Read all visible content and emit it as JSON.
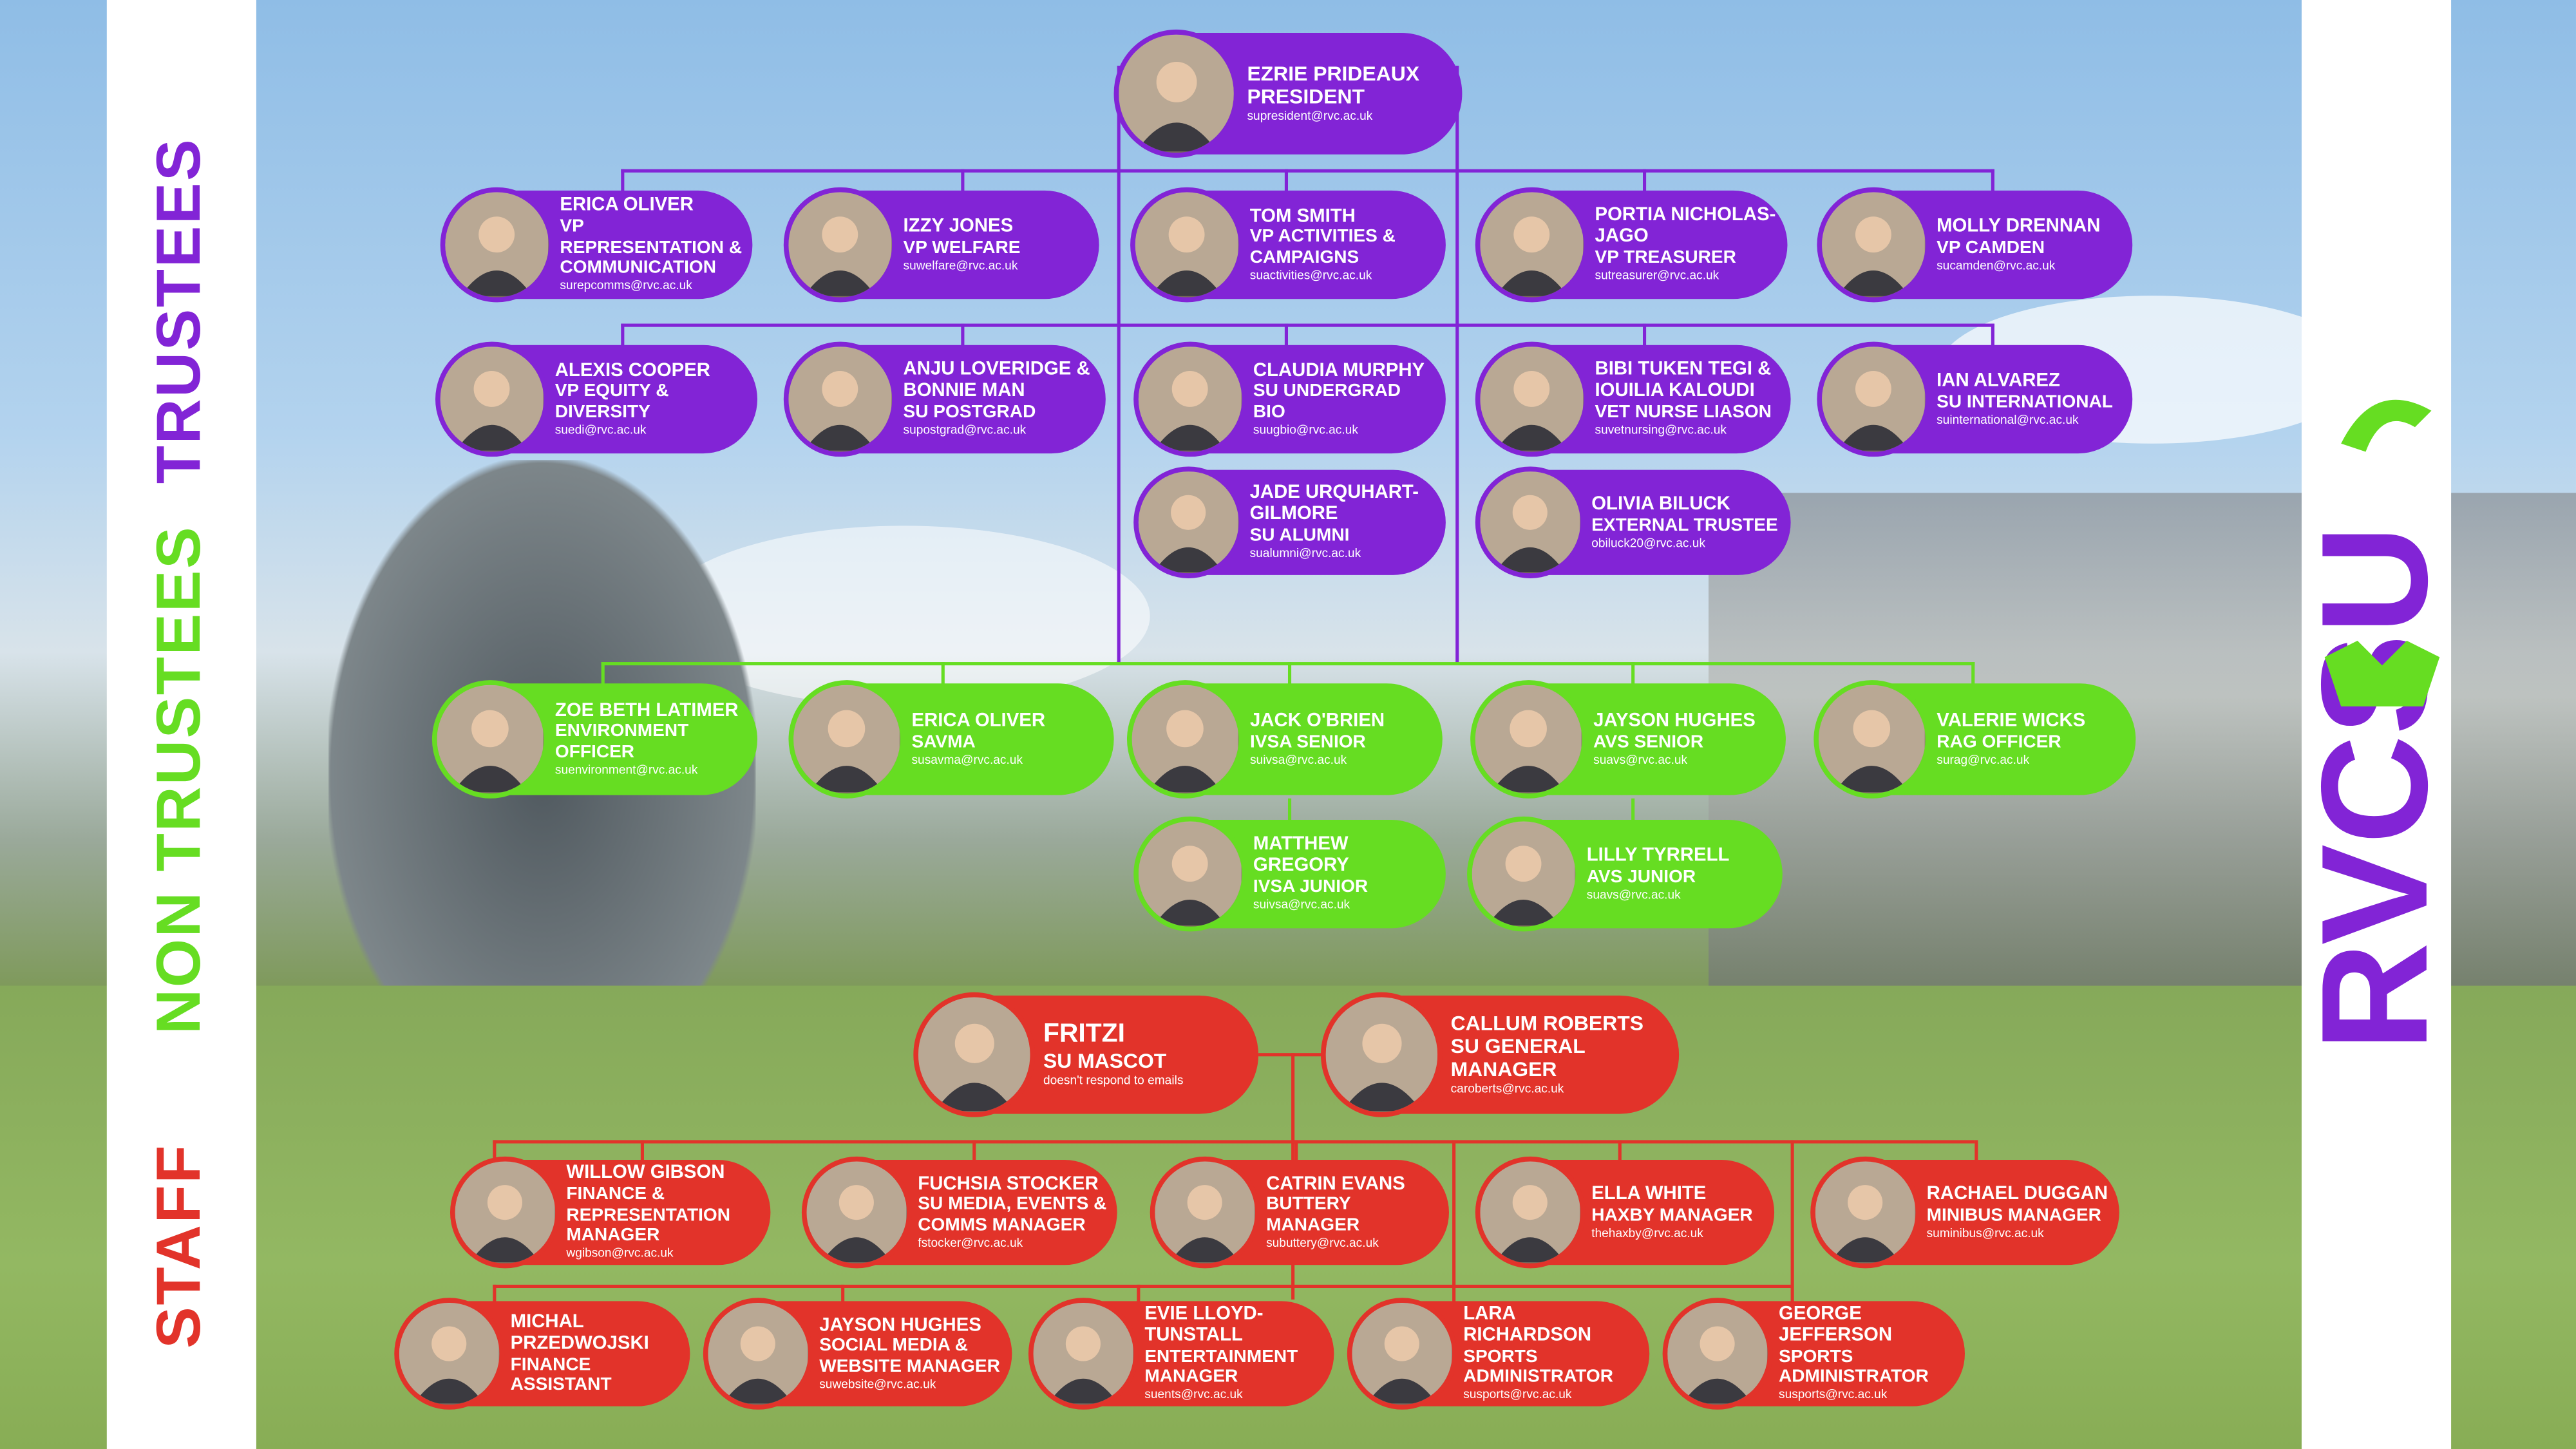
{
  "sections": {
    "trustees": "TRUSTEES",
    "non_trustees": "NON TRUSTEES",
    "staff": "STAFF"
  },
  "logo_text": "RVCSU",
  "colors": {
    "purple": "#8224d6",
    "green": "#66dd22",
    "red": "#e2332a"
  },
  "president": {
    "name": "EZRIE PRIDEAUX",
    "role": "PRESIDENT",
    "email": "supresident@rvc.ac.uk"
  },
  "trustees": [
    {
      "name": "ERICA OLIVER",
      "role": "VP REPRESENTATION & COMMUNICATION",
      "email": "surepcomms@rvc.ac.uk"
    },
    {
      "name": "IZZY JONES",
      "role": "VP WELFARE",
      "email": "suwelfare@rvc.ac.uk"
    },
    {
      "name": "TOM SMITH",
      "role": "VP ACTIVITIES & CAMPAIGNS",
      "email": "suactivities@rvc.ac.uk"
    },
    {
      "name": "PORTIA NICHOLAS-JAGO",
      "role": "VP TREASURER",
      "email": "sutreasurer@rvc.ac.uk"
    },
    {
      "name": "MOLLY DRENNAN",
      "role": "VP CAMDEN",
      "email": "sucamden@rvc.ac.uk"
    },
    {
      "name": "ALEXIS COOPER",
      "role": "VP EQUITY & DIVERSITY",
      "email": "suedi@rvc.ac.uk"
    },
    {
      "name": "ANJU LOVERIDGE & BONNIE MAN",
      "role": "SU POSTGRAD",
      "email": "supostgrad@rvc.ac.uk"
    },
    {
      "name": "CLAUDIA MURPHY",
      "role": "SU UNDERGRAD BIO",
      "email": "suugbio@rvc.ac.uk"
    },
    {
      "name": "BIBI TUKEN TEGI & IOUILIA KALOUDI",
      "role": "VET NURSE LIASON",
      "email": "suvetnursing@rvc.ac.uk"
    },
    {
      "name": "IAN ALVAREZ",
      "role": "SU INTERNATIONAL",
      "email": "suinternational@rvc.ac.uk"
    },
    {
      "name": "JADE URQUHART-GILMORE",
      "role": "SU ALUMNI",
      "email": "sualumni@rvc.ac.uk"
    },
    {
      "name": "OLIVIA BILUCK",
      "role": "EXTERNAL TRUSTEE",
      "email": "obiluck20@rvc.ac.uk"
    }
  ],
  "non_trustees": [
    {
      "name": "ZOE BETH LATIMER",
      "role": "ENVIRONMENT OFFICER",
      "email": "suenvironment@rvc.ac.uk"
    },
    {
      "name": "ERICA OLIVER",
      "role": "SAVMA",
      "email": "susavma@rvc.ac.uk"
    },
    {
      "name": "JACK O'BRIEN",
      "role": "IVSA SENIOR",
      "email": "suivsa@rvc.ac.uk"
    },
    {
      "name": "JAYSON HUGHES",
      "role": "AVS SENIOR",
      "email": "suavs@rvc.ac.uk"
    },
    {
      "name": "VALERIE WICKS",
      "role": "RAG OFFICER",
      "email": "surag@rvc.ac.uk"
    },
    {
      "name": "MATTHEW GREGORY",
      "role": "IVSA JUNIOR",
      "email": "suivsa@rvc.ac.uk"
    },
    {
      "name": "LILLY TYRRELL",
      "role": "AVS JUNIOR",
      "email": "suavs@rvc.ac.uk"
    }
  ],
  "staff": [
    {
      "name": "FRITZI",
      "role": "SU MASCOT",
      "email": "doesn't respond to emails"
    },
    {
      "name": "CALLUM ROBERTS",
      "role": "SU GENERAL MANAGER",
      "email": "caroberts@rvc.ac.uk"
    },
    {
      "name": "WILLOW GIBSON",
      "role": "FINANCE & REPRESENTATION MANAGER",
      "email": "wgibson@rvc.ac.uk"
    },
    {
      "name": "FUCHSIA STOCKER",
      "role": "SU MEDIA, EVENTS & COMMS MANAGER",
      "email": "fstocker@rvc.ac.uk"
    },
    {
      "name": "CATRIN EVANS",
      "role": "BUTTERY MANAGER",
      "email": "subuttery@rvc.ac.uk"
    },
    {
      "name": "ELLA WHITE",
      "role": "HAXBY MANAGER",
      "email": "thehaxby@rvc.ac.uk"
    },
    {
      "name": "RACHAEL DUGGAN",
      "role": "MINIBUS MANAGER",
      "email": "suminibus@rvc.ac.uk"
    },
    {
      "name": "MICHAL PRZEDWOJSKI",
      "role": "FINANCE ASSISTANT",
      "email": ""
    },
    {
      "name": "JAYSON HUGHES",
      "role": "SOCIAL MEDIA & WEBSITE MANAGER",
      "email": "suwebsite@rvc.ac.uk"
    },
    {
      "name": "EVIE LLOYD-TUNSTALL",
      "role": "ENTERTAINMENT MANAGER",
      "email": "suents@rvc.ac.uk"
    },
    {
      "name": "LARA RICHARDSON",
      "role": "SPORTS ADMINISTRATOR",
      "email": "susports@rvc.ac.uk"
    },
    {
      "name": "GEORGE JEFFERSON",
      "role": "SPORTS ADMINISTRATOR",
      "email": "susports@rvc.ac.uk"
    }
  ]
}
